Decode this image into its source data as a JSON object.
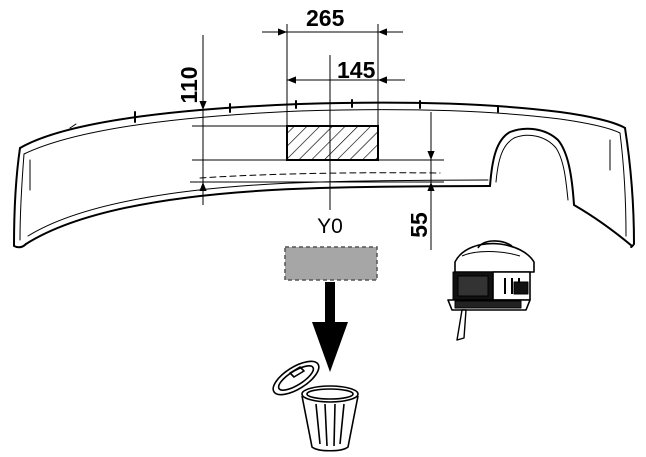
{
  "dimensions": {
    "width_total": "265",
    "width_cutout": "145",
    "height_offset": "110",
    "depth_cutout": "55"
  },
  "axis": {
    "center_label": "Y0"
  },
  "icons": {
    "tool": "jigsaw-icon",
    "disposal": "trash-bin-icon"
  },
  "colors": {
    "line": "#000000",
    "removed_piece": "#a6a6a6"
  }
}
